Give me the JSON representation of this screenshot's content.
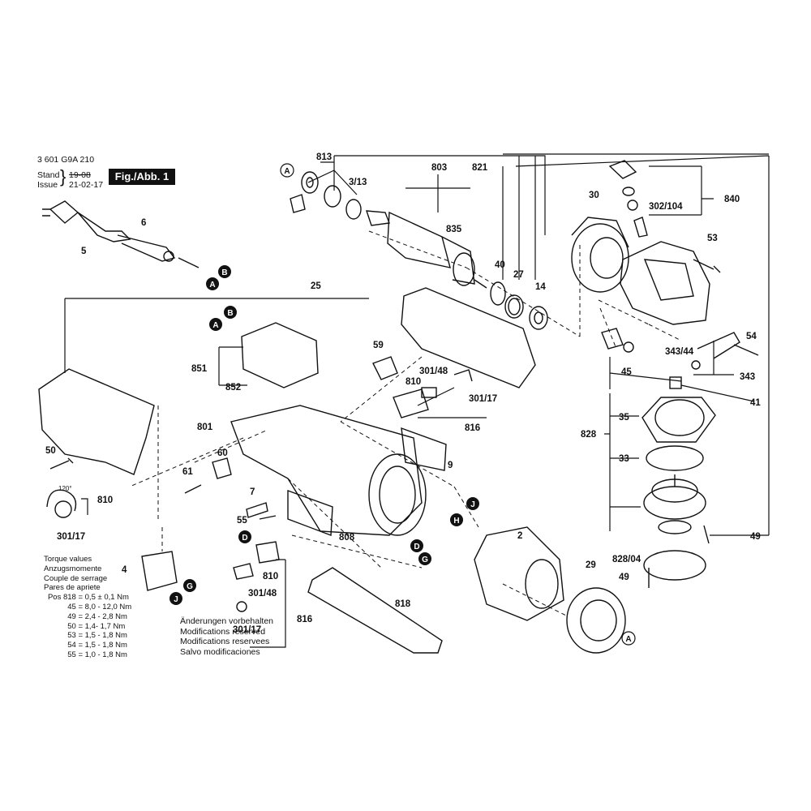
{
  "header": {
    "part_number": "3 601 G9A 210",
    "stand_label": "Stand",
    "issue_label": "Issue",
    "date_old": "19-08",
    "date_new": "21-02-17",
    "figure_label": "Fig./Abb. 1"
  },
  "part_labels": {
    "p813": "813",
    "p803": "803",
    "p821": "821",
    "p3_13": "3/13",
    "p835": "835",
    "p30": "30",
    "p302_104": "302/104",
    "p840": "840",
    "p53": "53",
    "p6": "6",
    "p5": "5",
    "p40": "40",
    "p27": "27",
    "p14": "14",
    "p25": "25",
    "p54": "54",
    "p343_44": "343/44",
    "p45": "45",
    "p343": "343",
    "p41": "41",
    "p851": "851",
    "p852": "852",
    "p59": "59",
    "p301_48a": "301/48",
    "p810a": "810",
    "p301_17a": "301/17",
    "p816a": "816",
    "p801": "801",
    "p35": "35",
    "p828": "828",
    "p33": "33",
    "p50": "50",
    "p60": "60",
    "p61": "61",
    "p9": "9",
    "p7": "7",
    "p55": "55",
    "p810b": "810",
    "p301_17b": "301/17",
    "p808": "808",
    "p2": "2",
    "p49a": "49",
    "p4": "4",
    "p810c": "810",
    "p301_48b": "301/48",
    "p301_17c": "301/17",
    "p816b": "816",
    "p818": "818",
    "p29": "29",
    "p828_04": "828/04",
    "p49b": "49",
    "angle": "120°"
  },
  "connector_letters": {
    "a1": "A",
    "a2": "A",
    "a3": "A",
    "a4": "A",
    "b1": "B",
    "b2": "B",
    "d1": "D",
    "d2": "D",
    "g1": "G",
    "g2": "G",
    "h1": "H",
    "j1": "J",
    "j2": "J"
  },
  "torque_values": {
    "title_lines": [
      "Torque values",
      "Anzugsmomente",
      "Couple de serrage",
      "Pares de apriete"
    ],
    "rows": [
      {
        "pos": "Pos 818 =",
        "value": "0,5 ± 0,1 Nm"
      },
      {
        "pos": "45 =",
        "value": "8,0 - 12,0 Nm"
      },
      {
        "pos": "49 =",
        "value": "2,4 - 2,8 Nm"
      },
      {
        "pos": "50 =",
        "value": "1,4- 1,7 Nm"
      },
      {
        "pos": "53 =",
        "value": "1,5 - 1,8 Nm"
      },
      {
        "pos": "54 =",
        "value": "1,5 - 1,8 Nm"
      },
      {
        "pos": "55 =",
        "value": "1,0 - 1,8 Nm"
      }
    ]
  },
  "modifications": [
    "Änderungen vorbehalten",
    "Modifications reserved",
    "Modifications reservees",
    "Salvo modificaciones"
  ]
}
